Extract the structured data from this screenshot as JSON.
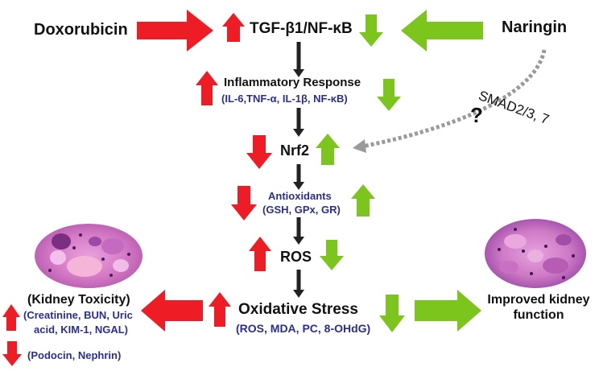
{
  "pathway": {
    "drug": "Doxorubicin",
    "treatment": "Naringin",
    "tgf_node": "TGF-β1/NF-κB",
    "smad_label": "SMAD2/3, 7",
    "question_mark": "?",
    "inflammatory_title": "Inflammatory Response",
    "inflammatory_markers": "(IL-6,TNF-α, IL-1β, NF-κB)",
    "nrf2": "Nrf2",
    "antioxidants_title": "Antioxidants",
    "antioxidants_markers": "(GSH, GPx, GR)",
    "ros": "ROS",
    "oxidative_title": "Oxidative Stress",
    "oxidative_markers": "(ROS, MDA, PC, 8-OHdG)",
    "kidney_toxicity_title": "(Kidney Toxicity)",
    "kidney_markers_line1": "(Creatinine, BUN, Uric",
    "kidney_markers_line2": "acid, KIM-1, NGAL)",
    "podocyte_markers": "(Podocin, Nephrin)",
    "improved_line1": "Improved kidney",
    "improved_line2": "function"
  },
  "colors": {
    "up_arrow": "#ee1c25",
    "down_arrow": "#7cc51d",
    "chain_arrow": "#222222",
    "dotted_arrow": "#9a9a9a",
    "marker_text": "#2a2f8f",
    "tissue_pink": "#d77fc8"
  }
}
